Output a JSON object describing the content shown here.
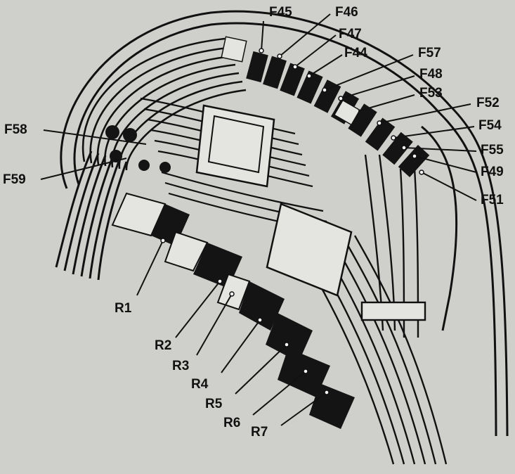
{
  "colors": {
    "paper": "#cfcfcb",
    "ink": "#111111",
    "block": "#141414",
    "light_part": "#e4e4e0"
  },
  "fuse_labels": {
    "F45": "F45",
    "F46": "F46",
    "F47": "F47",
    "F44": "F44",
    "F57": "F57",
    "F48": "F48",
    "F53": "F53",
    "F52": "F52",
    "F54": "F54",
    "F55": "F55",
    "F49": "F49",
    "F51": "F51",
    "F58": "F58",
    "F59": "F59"
  },
  "relay_labels": {
    "R1": "R1",
    "R2": "R2",
    "R3": "R3",
    "R4": "R4",
    "R5": "R5",
    "R6": "R6",
    "R7": "R7"
  }
}
